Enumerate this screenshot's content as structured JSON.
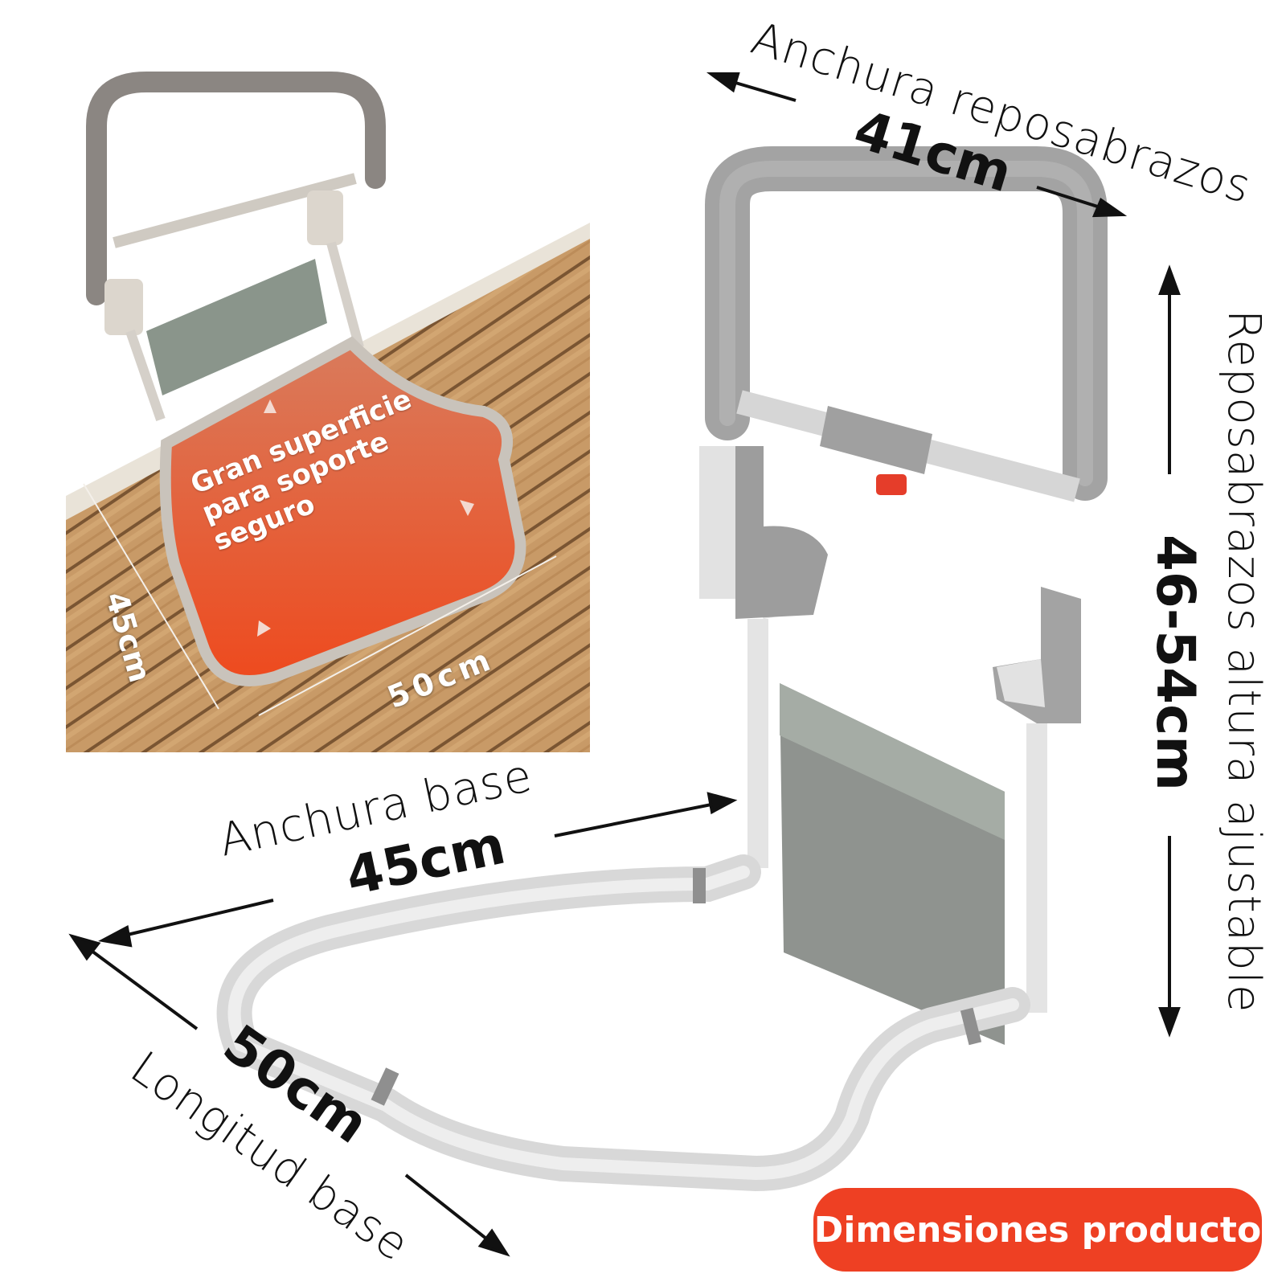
{
  "inset": {
    "surface_label": [
      "Gran superficie",
      "para soporte",
      "seguro"
    ],
    "dim_length": "45cm",
    "dim_width": "50cm"
  },
  "dimensions": {
    "armrest_width_label": "Anchura reposabrazos",
    "armrest_width_value": "41cm",
    "armrest_height_label": "Reposabrazos altura ajustable",
    "armrest_height_value": "46-54cm",
    "base_width_label": "Anchura base",
    "base_width_value": "45cm",
    "base_length_label": "Longitud base",
    "base_length_value": "50cm"
  },
  "badge": {
    "text": "Dimensiones producto"
  },
  "colors": {
    "accent": "#ee4023",
    "frame_gray": "#9c9c9c",
    "frame_white": "#e6e7e6",
    "panel_gray": "#8e918d"
  }
}
